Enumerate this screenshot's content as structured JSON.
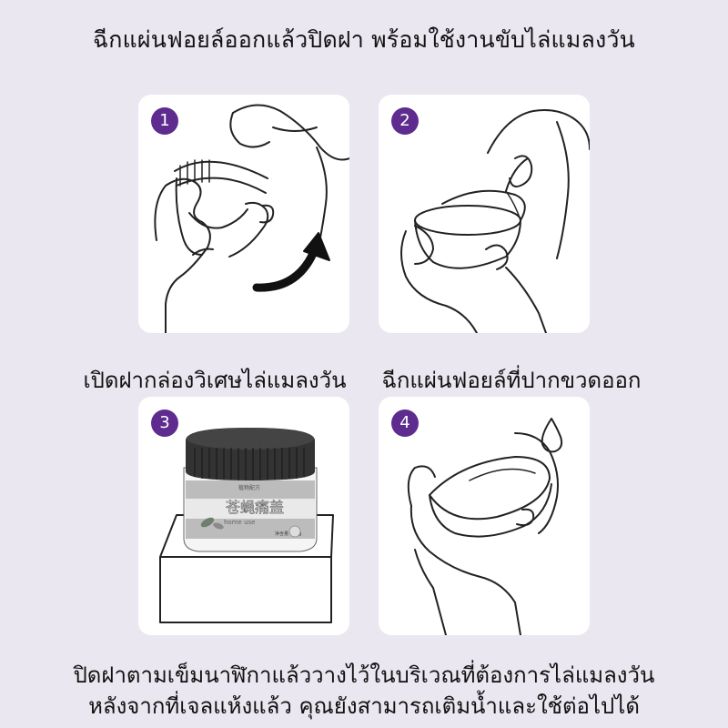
{
  "headline": "ฉีกแผ่นฟอยล์ออกแล้วปิดฝา พร้อมใช้งานขับไล่แมลงวัน",
  "steps": [
    {
      "number": "1",
      "caption": "เปิดฝากล่องวิเศษไล่แมลงวัน"
    },
    {
      "number": "2",
      "caption": "ฉีกแผ่นฟอยล์ที่ปากขวดออก"
    },
    {
      "number": "3"
    },
    {
      "number": "4"
    }
  ],
  "product": {
    "tag": "植物配方",
    "brand": "苍蝇痛盖",
    "subtitle": "home use",
    "weight": "净含量 200g"
  },
  "footer": {
    "line1": "ปิดฝาตามเข็มนาฬิกาแล้ววางไว้ในบริเวณที่ต้องการไล่แมลงวัน",
    "line2": "หลังจากที่เจลแห้งแล้ว คุณยังสามารถเติมน้ำและใช้ต่อไปได้"
  },
  "colors": {
    "background": "#eae7f0",
    "badge": "#5e2b8f",
    "card": "#ffffff"
  }
}
